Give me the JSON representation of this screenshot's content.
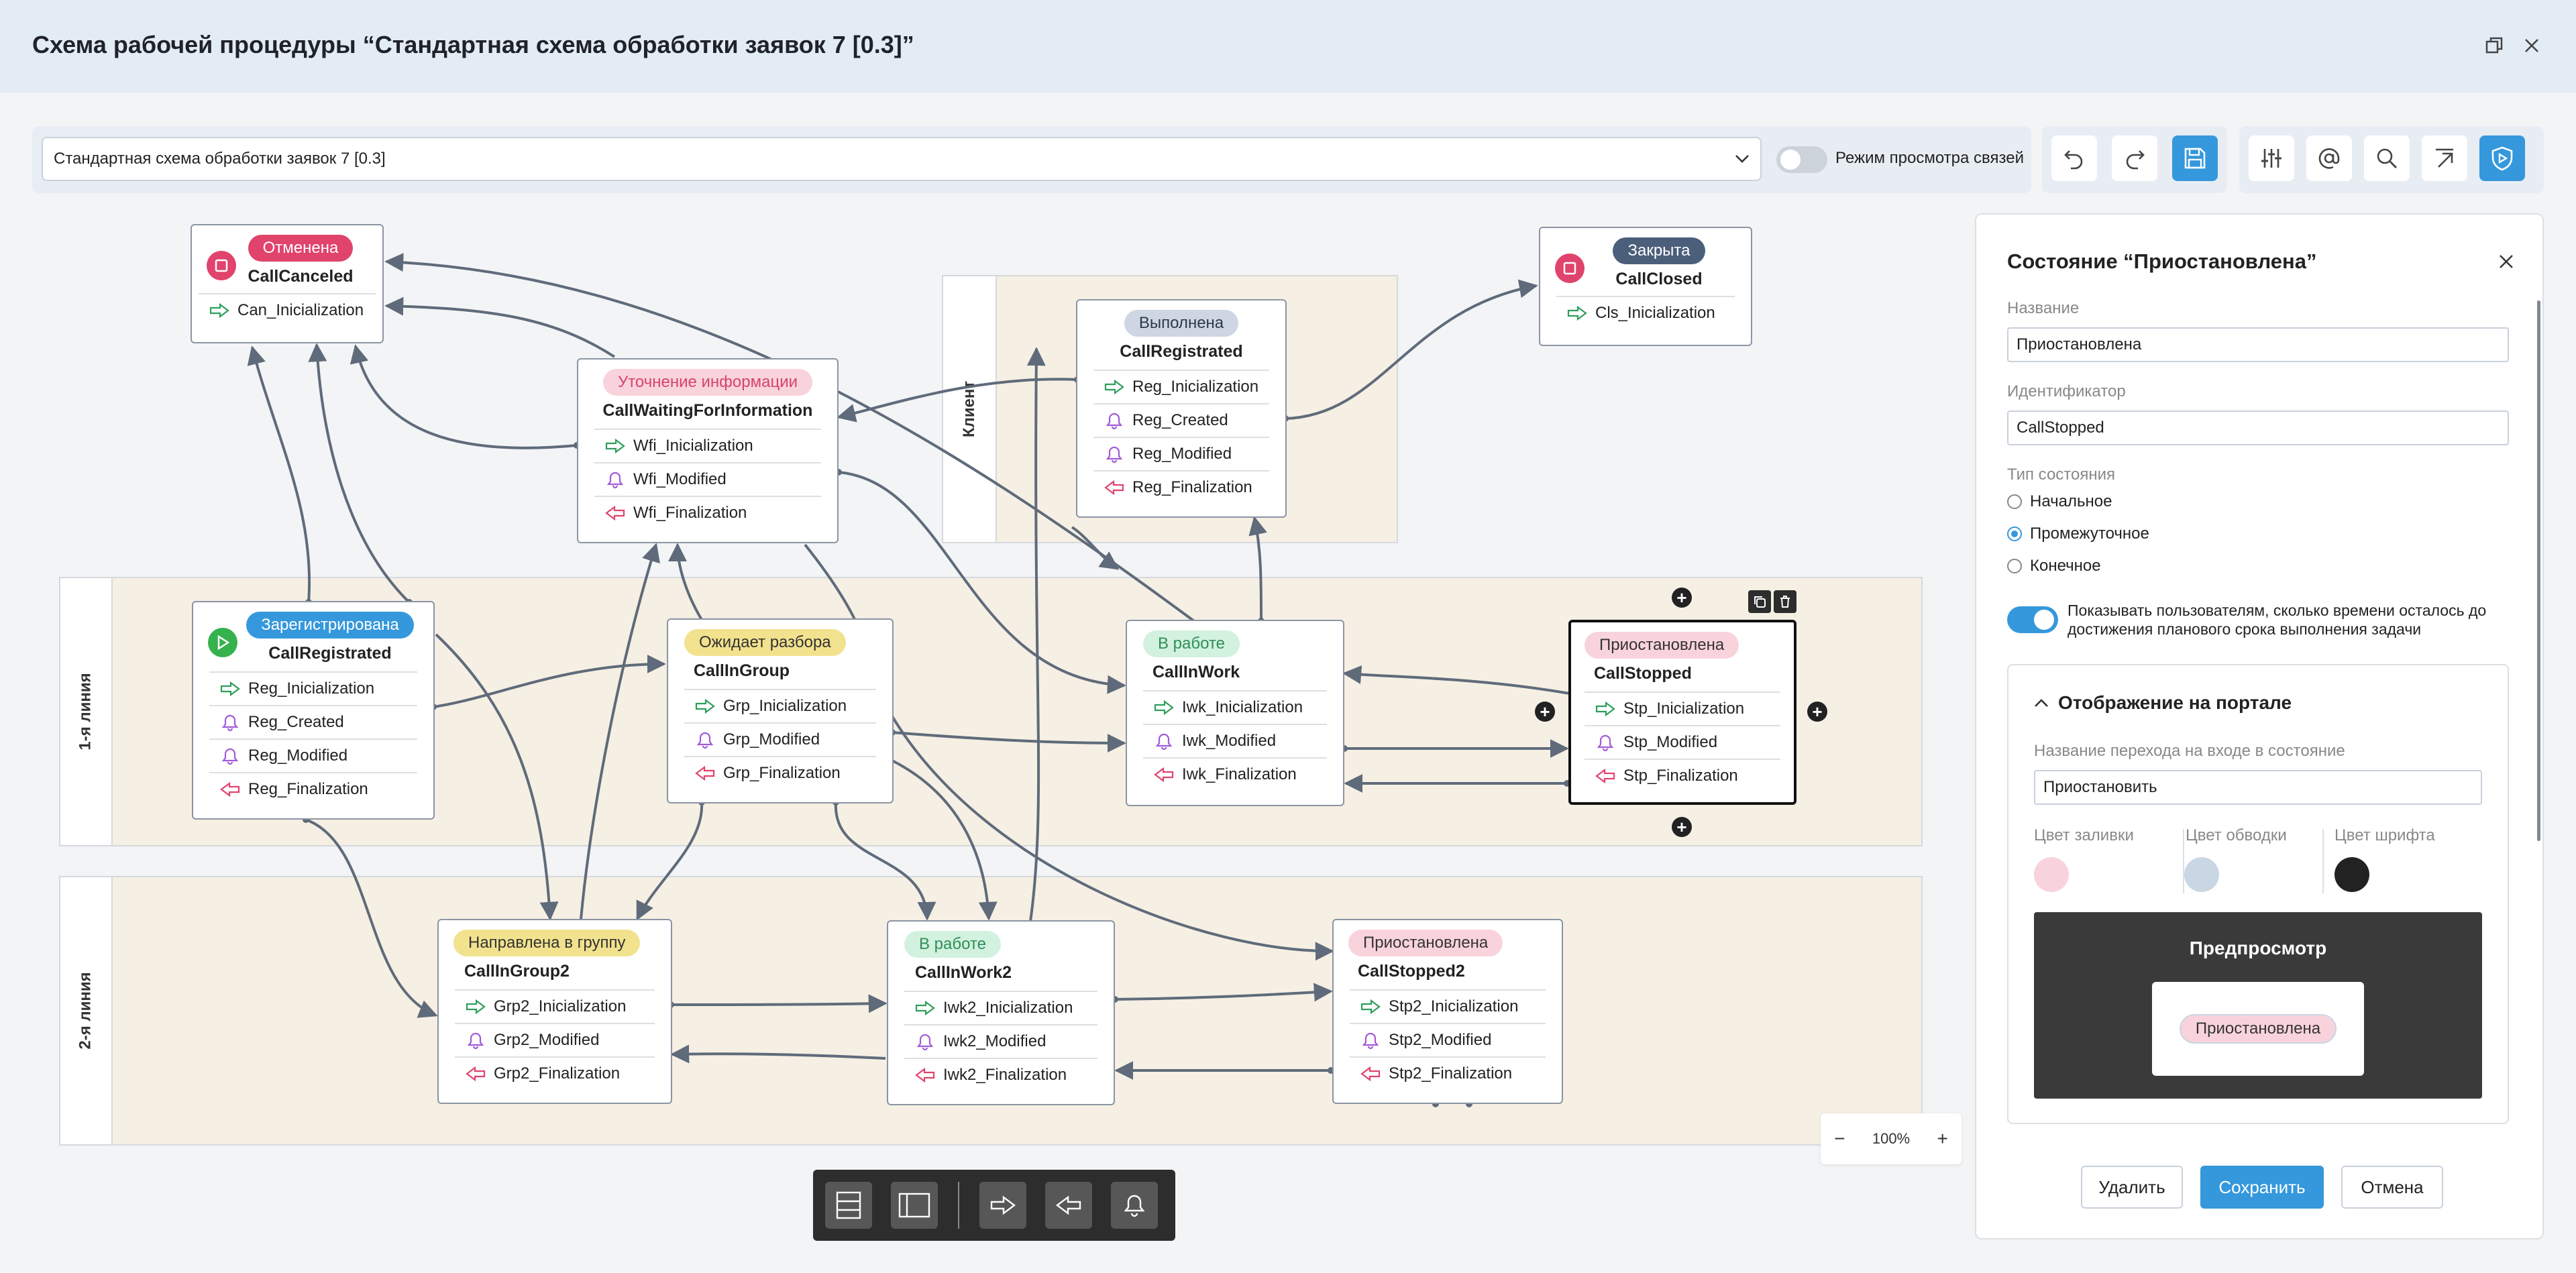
{
  "header": {
    "title": "Схема рабочей процедуры “Стандартная схема обработки заявок 7 [0.3]”"
  },
  "toolbar": {
    "scheme_select": "Стандартная схема обработки заявок 7 [0.3]",
    "link_view_label": "Режим просмотра связей"
  },
  "lanes": {
    "client": "Клиент",
    "line1": "1-я линия",
    "line2": "2-я линия"
  },
  "nodes": {
    "canceled": {
      "badge": "Отменена",
      "name": "CallCanceled",
      "rows": [
        "Can_Inicialization"
      ]
    },
    "closed": {
      "badge": "Закрыта",
      "name": "CallClosed",
      "rows": [
        "Cls_Inicialization"
      ]
    },
    "wfi": {
      "badge": "Уточнение информации",
      "name": "CallWaitingForInformation",
      "rows": [
        "Wfi_Inicialization",
        "Wfi_Modified",
        "Wfi_Finalization"
      ]
    },
    "done": {
      "badge": "Выполнена",
      "name": "CallRegistrated",
      "rows": [
        "Reg_Inicialization",
        "Reg_Created",
        "Reg_Modified",
        "Reg_Finalization"
      ]
    },
    "registered": {
      "badge": "Зарегистрирована",
      "name": "CallRegistrated",
      "rows": [
        "Reg_Inicialization",
        "Reg_Created",
        "Reg_Modified",
        "Reg_Finalization"
      ]
    },
    "ingroup": {
      "badge": "Ожидает разбора",
      "name": "CallInGroup",
      "rows": [
        "Grp_Inicialization",
        "Grp_Modified",
        "Grp_Finalization"
      ]
    },
    "inwork": {
      "badge": "В работе",
      "name": "CallInWork",
      "rows": [
        "Iwk_Inicialization",
        "Iwk_Modified",
        "Iwk_Finalization"
      ]
    },
    "stopped": {
      "badge": "Приостановлена",
      "name": "CallStopped",
      "rows": [
        "Stp_Inicialization",
        "Stp_Modified",
        "Stp_Finalization"
      ]
    },
    "ingroup2": {
      "badge": "Направлена в группу",
      "name": "CallInGroup2",
      "rows": [
        "Grp2_Inicialization",
        "Grp2_Modified",
        "Grp2_Finalization"
      ]
    },
    "inwork2": {
      "badge": "В работе",
      "name": "CallInWork2",
      "rows": [
        "Iwk2_Inicialization",
        "Iwk2_Modified",
        "Iwk2_Finalization"
      ]
    },
    "stopped2": {
      "badge": "Приостановлена",
      "name": "CallStopped2",
      "rows": [
        "Stp2_Inicialization",
        "Stp2_Modified",
        "Stp2_Finalization"
      ]
    }
  },
  "panel": {
    "title": "Состояние “Приостановлена”",
    "name_label": "Название",
    "name_value": "Приостановлена",
    "id_label": "Идентификатор",
    "id_value": "CallStopped",
    "type_label": "Тип состояния",
    "type_options": [
      "Начальное",
      "Промежуточное",
      "Конечное"
    ],
    "type_selected": "Промежуточное",
    "show_time_label": "Показывать пользователям, сколько времени осталось до достижения планового срока выполнения задачи",
    "show_time_on": true,
    "portal_section": "Отображение на портале",
    "transition_label": "Название перехода на входе в состояние",
    "transition_value": "Приостановить",
    "fill_label": "Цвет заливки",
    "stroke_label": "Цвет обводки",
    "font_label": "Цвет шрифта",
    "fill_color": "#f9d3dc",
    "stroke_color": "#c9d6e3",
    "font_color": "#222222",
    "preview_label": "Предпросмотр",
    "preview_badge": "Приостановлена",
    "delete_btn": "Удалить",
    "save_btn": "Сохранить",
    "cancel_btn": "Отмена"
  },
  "zoom": {
    "value": "100%",
    "minus": "−",
    "plus": "+"
  },
  "colors": {
    "accent": "#3598dc",
    "badge_red": "#e0436c",
    "badge_pink": "#f9d3dc",
    "badge_yellow": "#f2e28e",
    "badge_green": "#d2f1df",
    "badge_gray": "#cdd6e2",
    "badge_slate": "#4b5f7a",
    "lane_bg": "#f6efe4"
  },
  "icons": {
    "init": "arrow-right-icon",
    "event": "bell-icon",
    "final": "arrow-left-icon",
    "stop": "stop-icon",
    "start": "play-icon"
  }
}
